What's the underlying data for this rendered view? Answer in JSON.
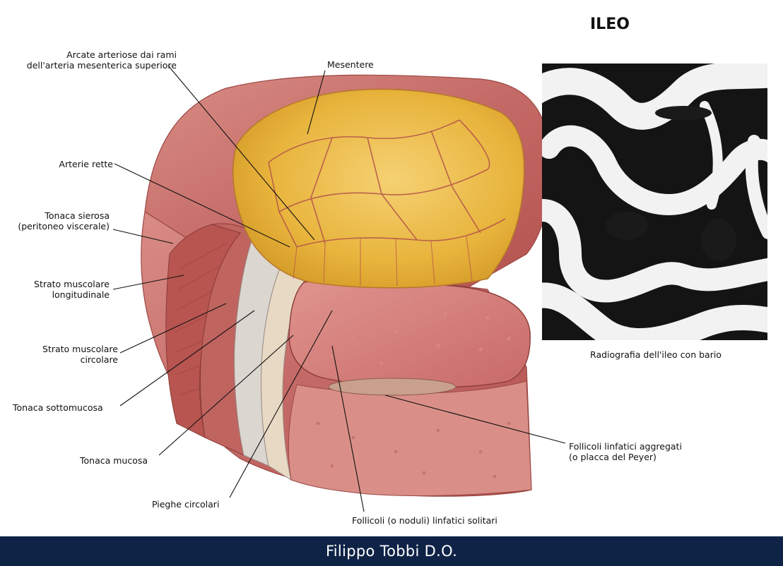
{
  "title": "ILEO",
  "labels": {
    "arcate": [
      "Arcate arteriose dai rami",
      "dell'arteria mesenterica superiore"
    ],
    "mesentere": "Mesentere",
    "arterie_rette": "Arterie rette",
    "tonaca_sierosa": [
      "Tonaca sierosa",
      "(peritoneo viscerale)"
    ],
    "strato_longitudinale": [
      "Strato muscolare",
      "longitudinale"
    ],
    "strato_circolare": [
      "Strato muscolare",
      "circolare"
    ],
    "tonaca_sottomucosa": "Tonaca sottomucosa",
    "tonaca_mucosa": "Tonaca mucosa",
    "pieghe_circolari": "Pieghe circolari",
    "follicoli_solitari": "Follicoli (o noduli) linfatici solitari",
    "follicoli_aggregati": [
      "Follicoli linfatici aggregati",
      "(o placca del Peyer)"
    ]
  },
  "xray_caption": "Radiografia dell'ileo con bario",
  "footer": "Filippo Tobbi D.O."
}
